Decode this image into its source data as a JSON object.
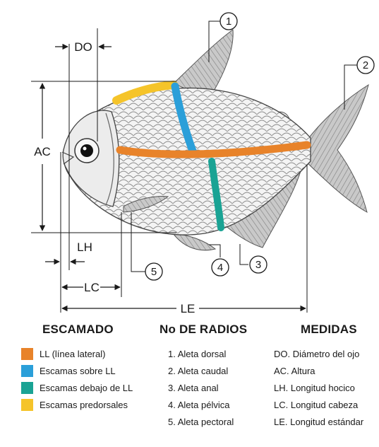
{
  "diagram": {
    "measure_labels": {
      "do": "DO",
      "ac": "AC",
      "lh": "LH",
      "lc": "LC",
      "le": "LE"
    },
    "callouts": [
      "1",
      "2",
      "3",
      "4",
      "5"
    ]
  },
  "legend": {
    "escamado": {
      "title": "ESCAMADO",
      "items": [
        {
          "label": "LL (línea lateral)",
          "color": "#e8832a"
        },
        {
          "label": "Escamas sobre LL",
          "color": "#2b9fd9"
        },
        {
          "label": "Escamas debajo de LL",
          "color": "#1aa394"
        },
        {
          "label": "Escamas predorsales",
          "color": "#f5c42a"
        }
      ]
    },
    "radios": {
      "title": "No DE RADIOS",
      "items": [
        "1. Aleta dorsal",
        "2. Aleta caudal",
        "3. Aleta anal",
        "4. Aleta pélvica",
        "5. Aleta pectoral"
      ]
    },
    "medidas": {
      "title": "MEDIDAS",
      "items": [
        "DO. Diámetro del ojo",
        "AC. Altura",
        "LH. Longitud hocico",
        "LC. Longitud cabeza",
        "LE. Longitud estándar"
      ]
    }
  }
}
